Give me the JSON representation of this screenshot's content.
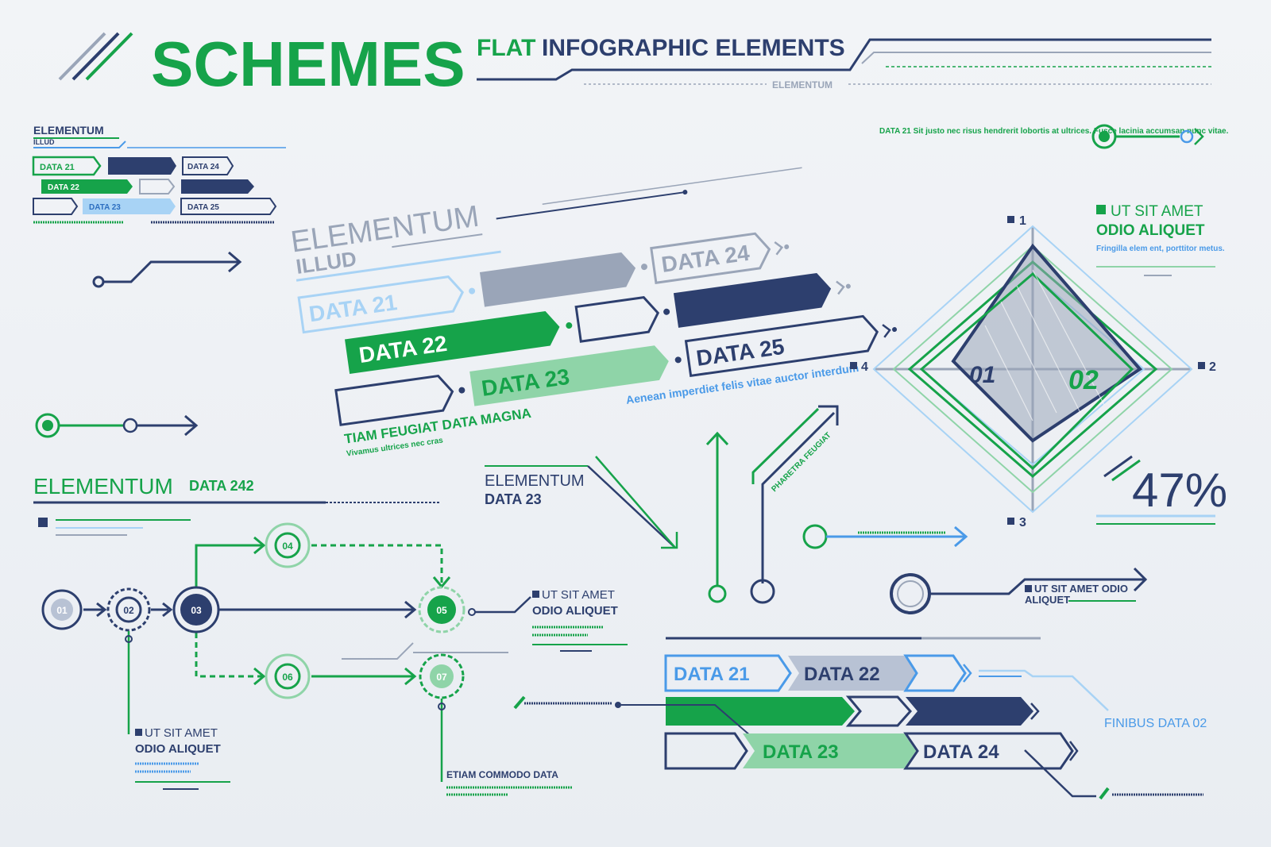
{
  "colors": {
    "green": "#16a34a",
    "green_light": "#8fd4a8",
    "navy": "#2d3f6e",
    "blue": "#4a9ae8",
    "gray": "#9aa5b8",
    "bg": "#eef1f5"
  },
  "header": {
    "title": "SCHEMES",
    "subtitle_flat": "FLAT",
    "subtitle_rest": "INFOGRAPHIC ELEMENTS",
    "tag": "ELEMENTUM"
  },
  "mini_panel": {
    "title": "ELEMENTUM",
    "sub": "ILLUD",
    "data21": "DATA 21",
    "data22": "DATA 22",
    "data23": "DATA 23",
    "data24": "DATA 24",
    "data25": "DATA 25"
  },
  "center_panel": {
    "title": "ELEMENTUM",
    "sub": "ILLUD",
    "data21": "DATA 21",
    "data22": "DATA 22",
    "data23": "DATA 23",
    "data24": "DATA 24",
    "data25": "DATA 25",
    "caption_blue": "Aenean imperdiet felis vitae auctor interdum",
    "caption_green": "TIAM FEUGIAT DATA MAGNA",
    "caption_green_small": "Vivamus ultrices nec cras"
  },
  "radar": {
    "label1": "1",
    "label2": "2",
    "label3": "3",
    "label4": "4",
    "series1": "01",
    "series2": "02",
    "title_line1": "UT SIT AMET",
    "title_line2": "ODIO ALIQUET",
    "desc": "Fringilla elem ent, porttitor metus.",
    "top_note": "DATA 21 Sit justo nec risus hendrerit lobortis at ultrices. Fusce lacinia accumsan nunc vitae.",
    "percent": "47%"
  },
  "flow": {
    "title": "ELEMENTUM",
    "title_tag": "DATA 242",
    "nodes": [
      "01",
      "02",
      "03",
      "04",
      "05",
      "06",
      "07"
    ],
    "note_right_line1": "UT SIT AMET",
    "note_right_line2": "ODIO ALIQUET",
    "note_bottom_line1": "UT SIT AMET",
    "note_bottom_line2": "ODIO ALIQUET",
    "note_bottom2": "ETIAM COMMODO DATA"
  },
  "middle": {
    "title": "ELEMENTUM",
    "sub": "DATA 23",
    "diag_label": "PHARETRA FEUGIAT"
  },
  "right_note": {
    "line1": "UT SIT AMET ODIO",
    "line2": "ALIQUET"
  },
  "bottom_bars": {
    "data21": "DATA 21",
    "data22": "DATA 22",
    "data23": "DATA 23",
    "data24": "DATA 24",
    "finibus": "FINIBUS DATA 02"
  }
}
